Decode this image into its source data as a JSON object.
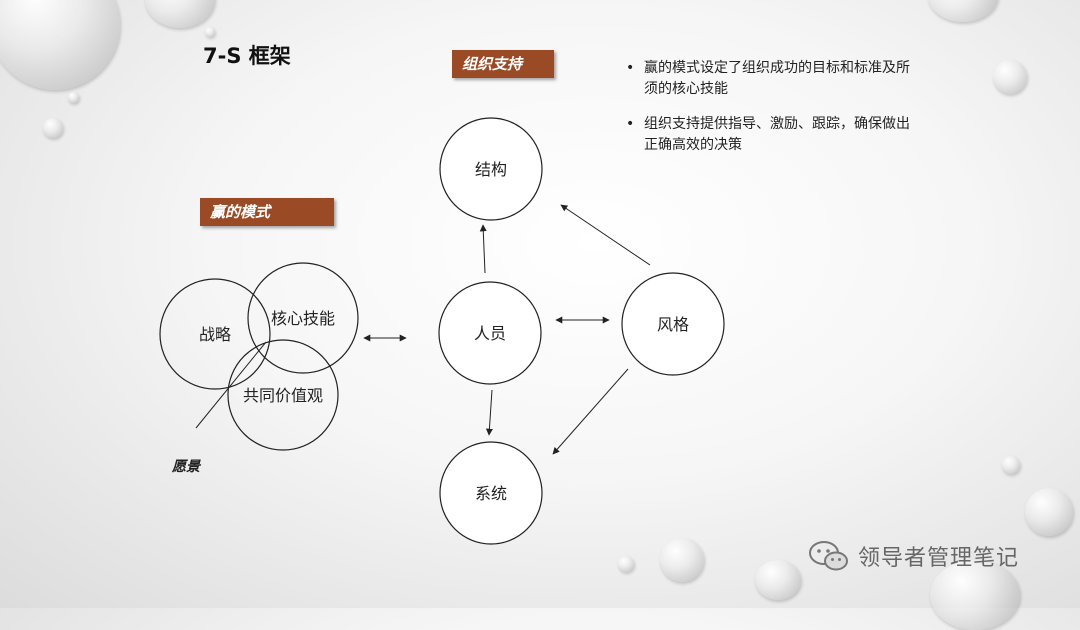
{
  "title": "7-S 框架",
  "tags": {
    "org_support": "组织支持",
    "win_model": "赢的模式"
  },
  "bullets": [
    "赢的模式设定了组织成功的目标和标准及所须的核心技能",
    "组织支持提供指导、激励、跟踪，确保做出正确高效的决策"
  ],
  "nodes": {
    "structure": "结构",
    "people": "人员",
    "style": "风格",
    "system": "系统",
    "strategy": "战略",
    "core_skills": "核心技能",
    "shared_values": "共同价值观"
  },
  "vision_label": "愿景",
  "watermark": "领导者管理笔记",
  "colors": {
    "tag_background": "#9a4a25",
    "line": "#222222"
  }
}
